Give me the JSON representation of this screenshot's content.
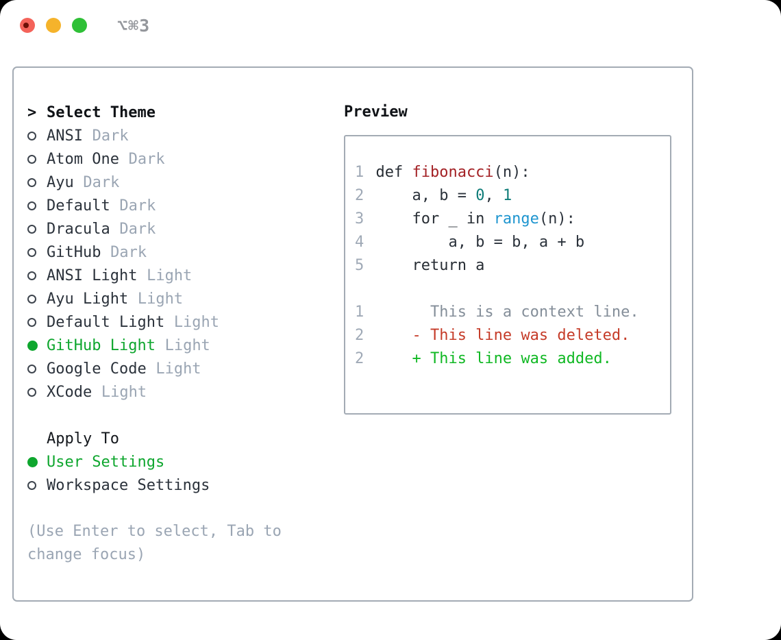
{
  "window": {
    "title": "⌥⌘3",
    "traffic_lights": [
      "close",
      "minimize",
      "zoom"
    ]
  },
  "colors": {
    "selected_green": "#0ea62e",
    "muted_gray": "#9aa5b3",
    "text_dark": "#2b323b",
    "border_gray": "#a3abb4",
    "function_red": "#a32125",
    "number_teal": "#0e7c78",
    "builtin_blue": "#1e95cf",
    "diff_deleted_red": "#c53b28",
    "diff_added_green": "#10b823",
    "traffic_red": "#f4635a",
    "traffic_yellow": "#f5b32b",
    "traffic_green": "#2fc037"
  },
  "select_theme": {
    "prompt": ">",
    "label": "Select Theme"
  },
  "themes": [
    {
      "name": "ANSI",
      "variant": "Dark",
      "selected": false
    },
    {
      "name": "Atom One",
      "variant": "Dark",
      "selected": false
    },
    {
      "name": "Ayu",
      "variant": "Dark",
      "selected": false
    },
    {
      "name": "Default",
      "variant": "Dark",
      "selected": false
    },
    {
      "name": "Dracula",
      "variant": "Dark",
      "selected": false
    },
    {
      "name": "GitHub",
      "variant": "Dark",
      "selected": false
    },
    {
      "name": "ANSI Light",
      "variant": "Light",
      "selected": false
    },
    {
      "name": "Ayu Light",
      "variant": "Light",
      "selected": false
    },
    {
      "name": "Default Light",
      "variant": "Light",
      "selected": false
    },
    {
      "name": "GitHub Light",
      "variant": "Light",
      "selected": true
    },
    {
      "name": "Google Code",
      "variant": "Light",
      "selected": false
    },
    {
      "name": "XCode",
      "variant": "Light",
      "selected": false
    }
  ],
  "apply_to": {
    "label": "Apply To",
    "options": [
      {
        "name": "User Settings",
        "selected": true
      },
      {
        "name": "Workspace Settings",
        "selected": false
      }
    ]
  },
  "footer": "(Use Enter to select, Tab to change focus)",
  "preview": {
    "title": "Preview",
    "code_lines": [
      {
        "num": "1",
        "segments": [
          {
            "t": "def ",
            "c": "kw"
          },
          {
            "t": "fibonacci",
            "c": "fn"
          },
          {
            "t": "(n):",
            "c": "code"
          }
        ]
      },
      {
        "num": "2",
        "segments": [
          {
            "t": "    a, b = ",
            "c": "code"
          },
          {
            "t": "0",
            "c": "num"
          },
          {
            "t": ", ",
            "c": "code"
          },
          {
            "t": "1",
            "c": "num"
          }
        ]
      },
      {
        "num": "3",
        "segments": [
          {
            "t": "    for _ in ",
            "c": "kw"
          },
          {
            "t": "range",
            "c": "bi"
          },
          {
            "t": "(n):",
            "c": "code"
          }
        ]
      },
      {
        "num": "4",
        "segments": [
          {
            "t": "        a, b = b, a + b",
            "c": "code"
          }
        ]
      },
      {
        "num": "5",
        "segments": [
          {
            "t": "    return a",
            "c": "kw"
          }
        ]
      }
    ],
    "diff_lines": [
      {
        "num": "1",
        "text": "      This is a context line.",
        "c": "ctx"
      },
      {
        "num": "2",
        "text": "    - This line was deleted.",
        "c": "del"
      },
      {
        "num": "2",
        "text": "    + This line was added.",
        "c": "add"
      }
    ]
  }
}
